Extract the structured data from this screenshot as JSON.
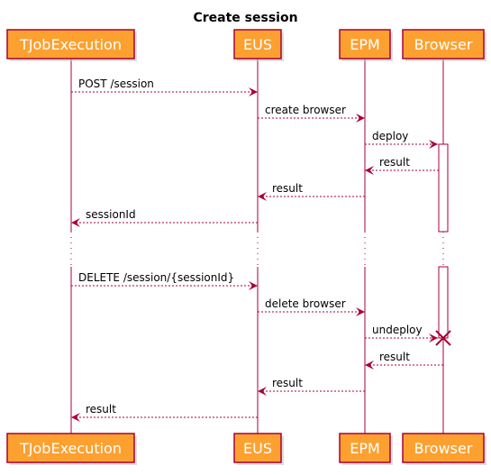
{
  "diagram": {
    "type": "sequence",
    "title": "Create session",
    "participants": [
      {
        "id": "tjob",
        "label": "TJobExecution"
      },
      {
        "id": "eus",
        "label": "EUS"
      },
      {
        "id": "epm",
        "label": "EPM"
      },
      {
        "id": "browser",
        "label": "Browser"
      }
    ],
    "messages": [
      {
        "from": "tjob",
        "to": "eus",
        "label": "POST /session"
      },
      {
        "from": "eus",
        "to": "epm",
        "label": "create browser"
      },
      {
        "from": "epm",
        "to": "browser",
        "label": "deploy"
      },
      {
        "from": "browser",
        "to": "epm",
        "label": "result"
      },
      {
        "from": "epm",
        "to": "eus",
        "label": "result"
      },
      {
        "from": "eus",
        "to": "tjob",
        "label": "sessionId"
      },
      {
        "from": "tjob",
        "to": "eus",
        "label": "DELETE /session/{sessionId}"
      },
      {
        "from": "eus",
        "to": "epm",
        "label": "delete browser"
      },
      {
        "from": "epm",
        "to": "browser",
        "label": "undeploy",
        "destroy": true
      },
      {
        "from": "browser",
        "to": "epm",
        "label": "result"
      },
      {
        "from": "epm",
        "to": "eus",
        "label": "result"
      },
      {
        "from": "eus",
        "to": "tjob",
        "label": "result"
      }
    ]
  },
  "colors": {
    "participant_fill": "#FCA130",
    "participant_border": "#A80036",
    "lifeline": "#A80036",
    "arrow": "#A80036",
    "destroy_mark": "#A80036",
    "activation_fill": "#FFFFFF",
    "text": "#000000",
    "label_text": "#FFFFFF"
  }
}
